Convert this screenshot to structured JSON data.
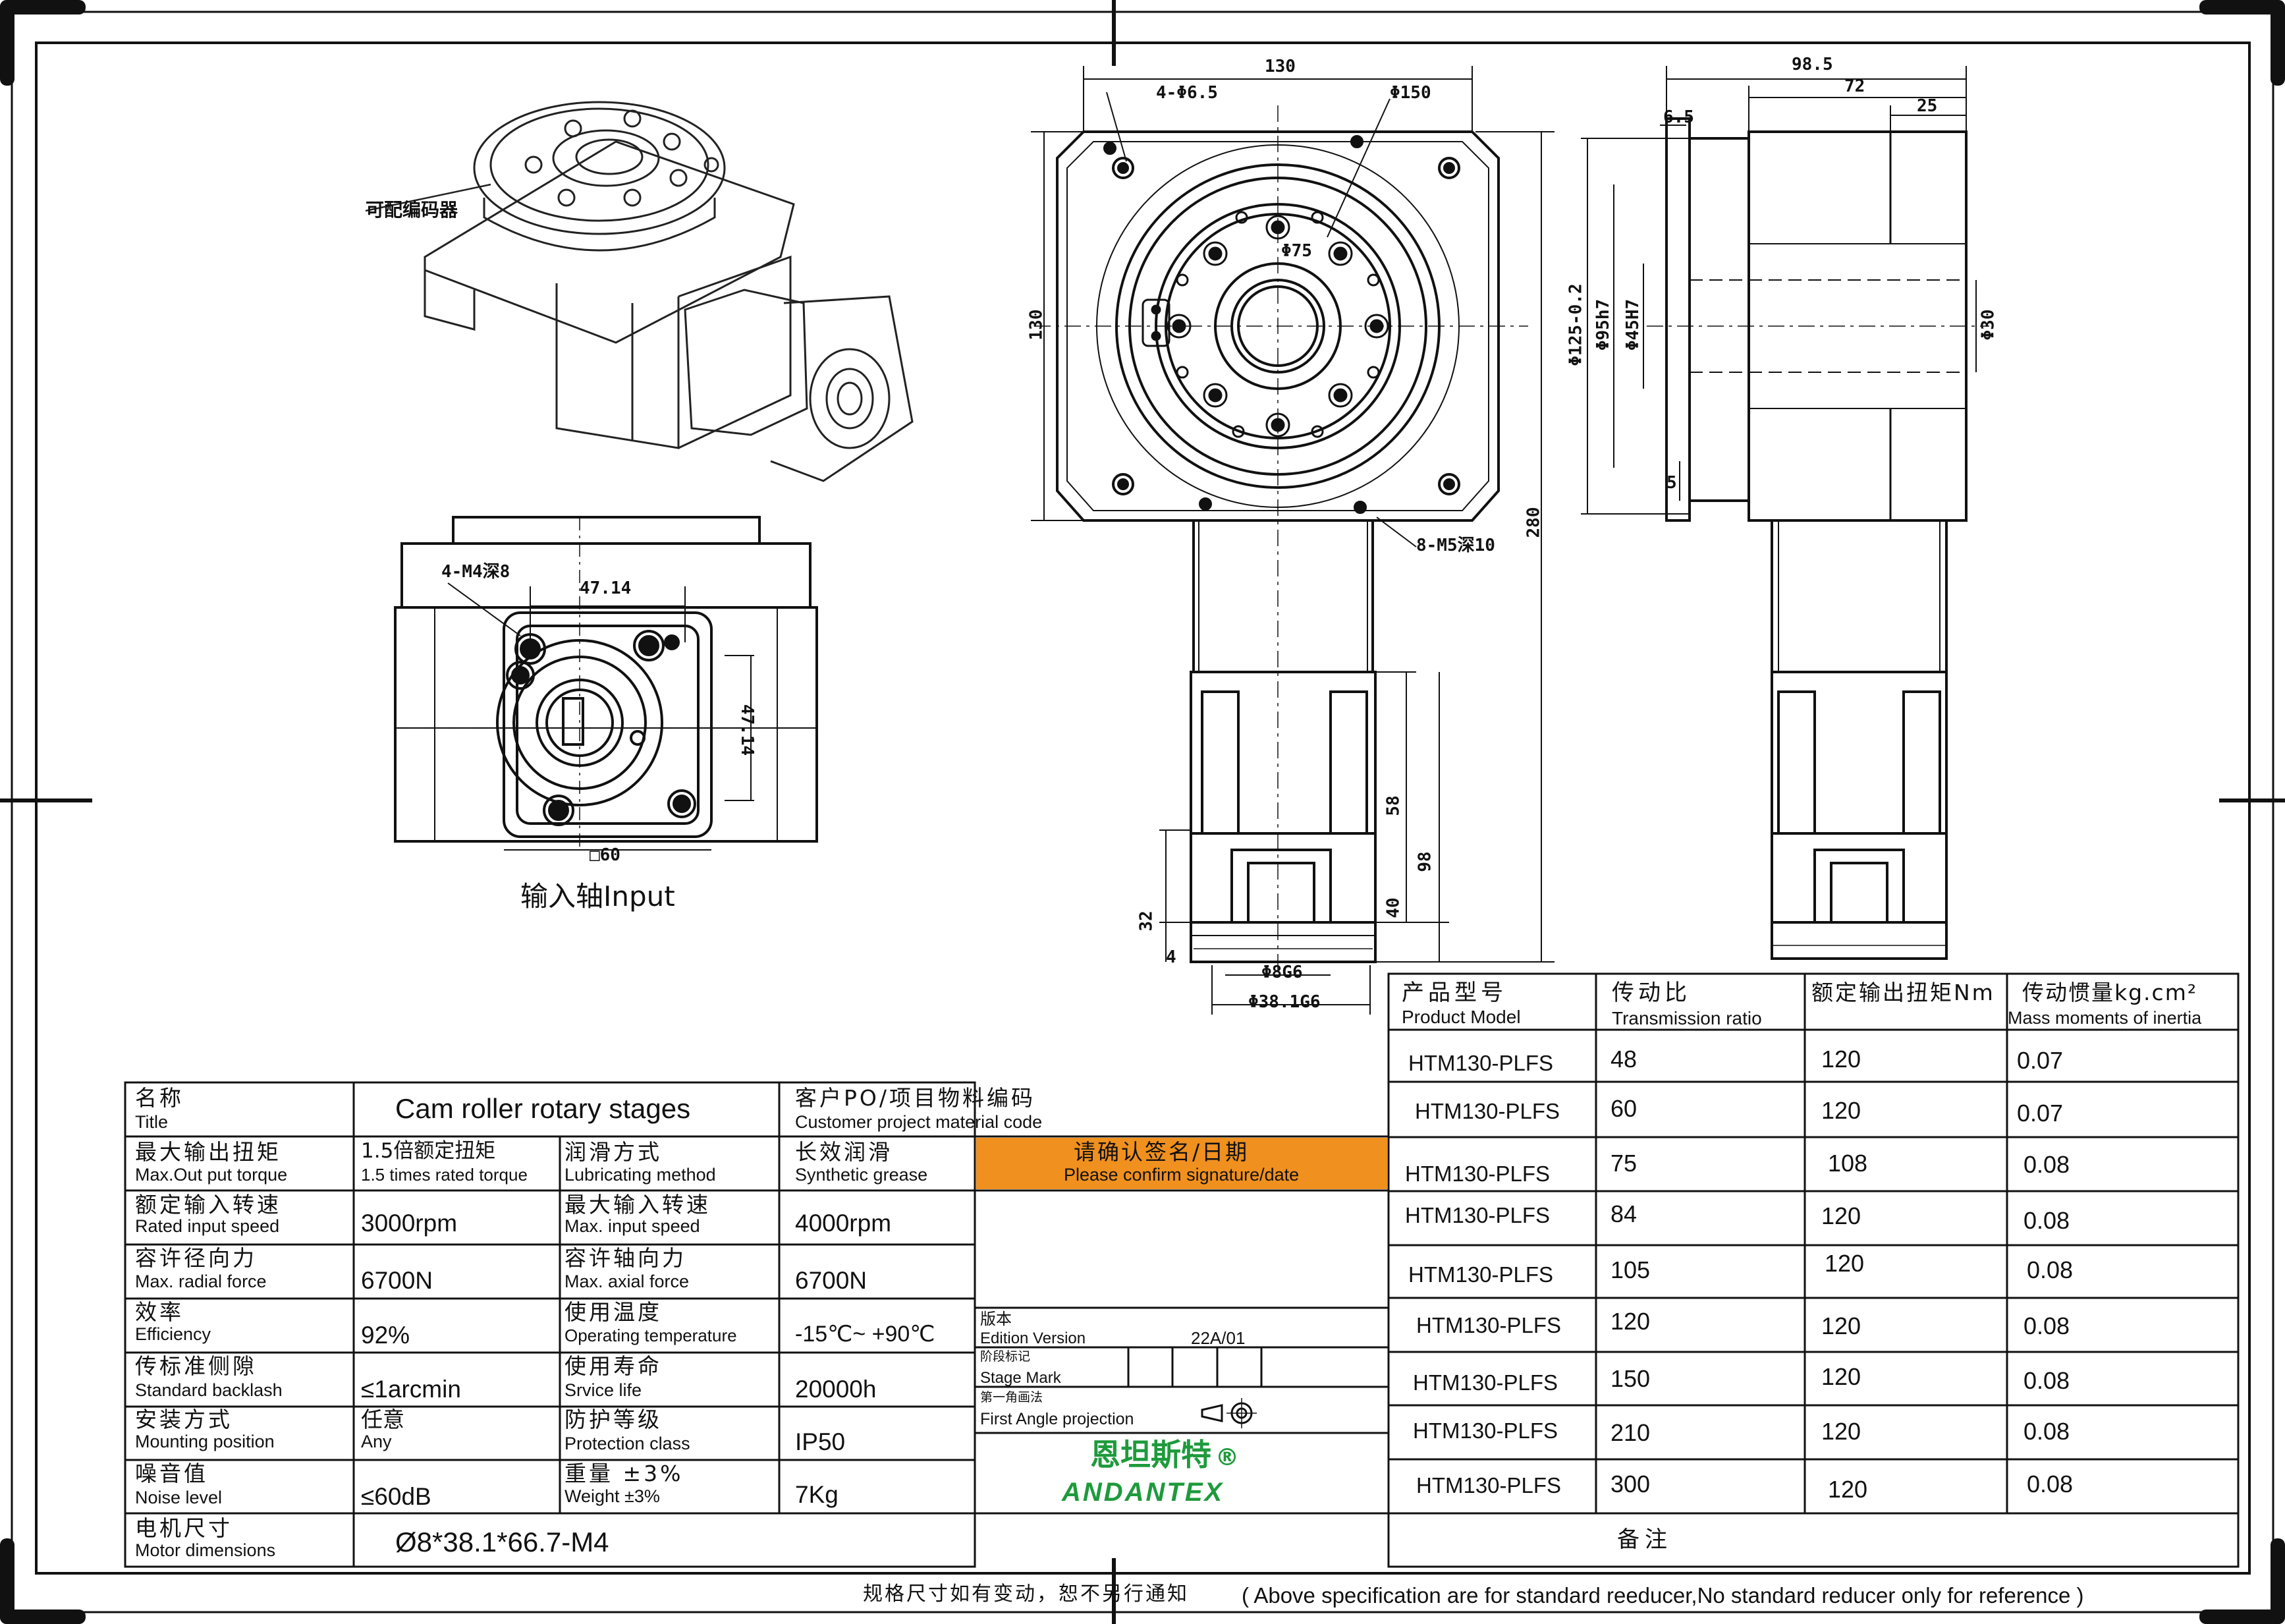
{
  "drawing": {
    "label_zh_callout": "可配编码器",
    "input_label": "输入轴Input",
    "dims": {
      "d4_65": "4-Φ6.5",
      "d130_top": "130",
      "d150": "Φ150",
      "d130_side": "130",
      "d75": "Φ75",
      "d280": "280",
      "m5": "8-M5深10",
      "d985": "98.5",
      "d72": "72",
      "d25": "25",
      "d65": "6.5",
      "d125": "Φ125-0.2",
      "d95": "Φ95h7",
      "d45": "Φ45H7",
      "d30": "Φ30",
      "d5": "5",
      "m4": "4-M4深8",
      "d4714a": "47.14",
      "d4714b": "47.14",
      "d60": "□60",
      "d58": "58",
      "d98": "98",
      "d40": "40",
      "d32": "32",
      "d4": "4",
      "d8g6": "Φ8G6",
      "d381": "Φ38.1G6"
    }
  },
  "specs": {
    "title_zh": "名称",
    "title_en": "Title",
    "title_value": "Cam roller rotary stages",
    "customer_zh": "客户PO/项目物料编码",
    "customer_en": "Customer project material code",
    "rows": [
      {
        "zh": "最大输出扭矩",
        "en": "Max.Out put torque",
        "v1zh": "1.5倍额定扭矩",
        "v1en": "1.5 times rated torque",
        "zh2": "润滑方式",
        "en2": "Lubricating method",
        "v2zh": "长效润滑",
        "v2en": "Synthetic grease"
      },
      {
        "zh": "额定输入转速",
        "en": "Rated input speed",
        "v1": "3000rpm",
        "zh2": "最大输入转速",
        "en2": "Max. input speed",
        "v2": "4000rpm"
      },
      {
        "zh": "容许径向力",
        "en": "Max. radial force",
        "v1": "6700N",
        "zh2": "容许轴向力",
        "en2": "Max. axial force",
        "v2": "6700N"
      },
      {
        "zh": "效率",
        "en": "Efficiency",
        "v1": "92%",
        "zh2": "使用温度",
        "en2": "Operating temperature",
        "v2": "-15℃~ +90℃"
      },
      {
        "zh": "传标准侧隙",
        "en": "Standard backlash",
        "v1": "≤1arcmin",
        "zh2": "使用寿命",
        "en2": "Srvice life",
        "v2": "20000h"
      },
      {
        "zh": "安装方式",
        "en": "Mounting position",
        "v1zh": "任意",
        "v1en": "Any",
        "zh2": "防护等级",
        "en2": "Protection class",
        "v2": "IP50"
      },
      {
        "zh": "噪音值",
        "en": "Noise level",
        "v1": "≤60dB",
        "zh2": "重量 ±3%",
        "en2": "Weight ±3%",
        "v2": "7Kg"
      }
    ],
    "motor_zh": "电机尺寸",
    "motor_en": "Motor dimensions",
    "motor_value": "Ø8*38.1*66.7-M4"
  },
  "signature": {
    "zh": "请确认签名/日期",
    "en": "Please confirm signature/date",
    "color": "#f0901e"
  },
  "edition": {
    "zh": "版本",
    "en": "Edition Version",
    "value": "22A/01",
    "stage_zh": "阶段标记",
    "stage_en": "Stage Mark",
    "proj_zh": "第一角画法",
    "proj_en": "First Angle projection"
  },
  "logo": {
    "zh": "恩坦斯特",
    "reg": "®",
    "en": "ANDANTEX",
    "color": "#1e9a3c"
  },
  "ratio_table": {
    "headers": [
      {
        "zh": "产品型号",
        "en": "Product Model"
      },
      {
        "zh": "传动比",
        "en": "Transmission ratio"
      },
      {
        "zh": "额定输出扭矩Nm",
        "en": ""
      },
      {
        "zh": "传动惯量kg.cm²",
        "en": "Mass moments of inertia"
      }
    ],
    "rows": [
      [
        "HTM130-PLFS",
        "48",
        "120",
        "0.07"
      ],
      [
        "HTM130-PLFS",
        "60",
        "120",
        "0.07"
      ],
      [
        "HTM130-PLFS",
        "75",
        "108",
        "0.08"
      ],
      [
        "HTM130-PLFS",
        "84",
        "120",
        "0.08"
      ],
      [
        "HTM130-PLFS",
        "105",
        "120",
        "0.08"
      ],
      [
        "HTM130-PLFS",
        "120",
        "120",
        "0.08"
      ],
      [
        "HTM130-PLFS",
        "150",
        "120",
        "0.08"
      ],
      [
        "HTM130-PLFS",
        "210",
        "120",
        "0.08"
      ],
      [
        "HTM130-PLFS",
        "300",
        "120",
        "0.08"
      ]
    ],
    "remark_zh": "备注"
  },
  "footer": {
    "note_zh": "规格尺寸如有变动，恕不另行通知",
    "note_en": "( Above specification are for standard reeducer,No standard reducer only for reference )"
  }
}
